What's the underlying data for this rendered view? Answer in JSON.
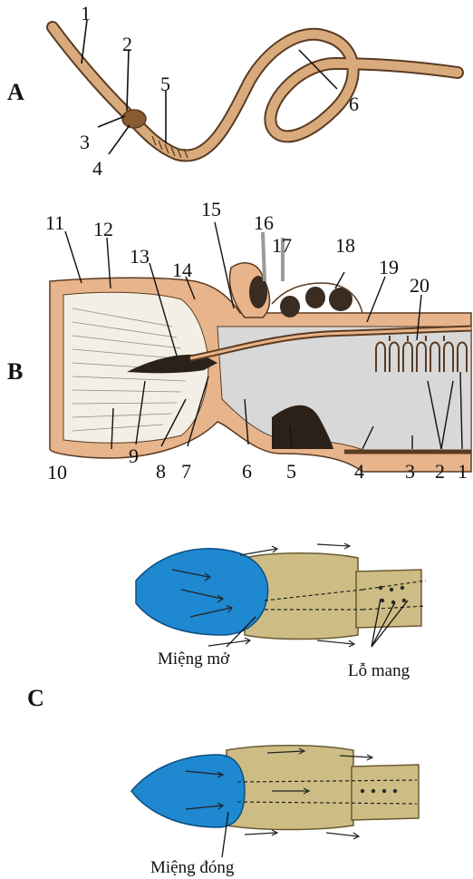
{
  "panels": {
    "A": {
      "letter": "A",
      "labels": [
        "1",
        "2",
        "3",
        "4",
        "5",
        "6"
      ]
    },
    "B": {
      "letter": "B",
      "labels": [
        "1",
        "2",
        "3",
        "4",
        "5",
        "6",
        "7",
        "8",
        "9",
        "10",
        "11",
        "12",
        "13",
        "14",
        "15",
        "16",
        "17",
        "18",
        "19",
        "20"
      ]
    },
    "C": {
      "letter": "C",
      "caption_open_mouth": "Miệng mở",
      "caption_gill_slits": "Lỗ mang",
      "caption_closed_mouth": "Miệng đóng"
    }
  },
  "colors": {
    "body_tan": "#d9ab7c",
    "body_outline": "#5a3b22",
    "sheath_peach": "#e8b48b",
    "oral_hood_blue": "#1e88d0",
    "pharynx_khaki": "#cdbd85",
    "label_line": "#111111",
    "gray_line": "#9a9a9a"
  }
}
